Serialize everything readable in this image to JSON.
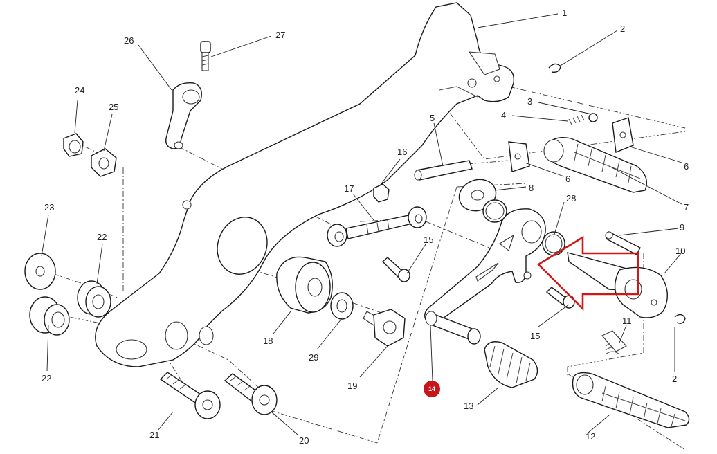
{
  "diagram": {
    "highlight_color": "#c8141b",
    "arrow_color": "#d01818",
    "highlighted_label": "14",
    "labels": [
      {
        "id": "1",
        "text": "1"
      },
      {
        "id": "2a",
        "text": "2"
      },
      {
        "id": "2b",
        "text": "2"
      },
      {
        "id": "3",
        "text": "3"
      },
      {
        "id": "4",
        "text": "4"
      },
      {
        "id": "5",
        "text": "5"
      },
      {
        "id": "6a",
        "text": "6"
      },
      {
        "id": "6b",
        "text": "6"
      },
      {
        "id": "7",
        "text": "7"
      },
      {
        "id": "8",
        "text": "8"
      },
      {
        "id": "9",
        "text": "9"
      },
      {
        "id": "10",
        "text": "10"
      },
      {
        "id": "11",
        "text": "11"
      },
      {
        "id": "12",
        "text": "12"
      },
      {
        "id": "13",
        "text": "13"
      },
      {
        "id": "15a",
        "text": "15"
      },
      {
        "id": "15b",
        "text": "15"
      },
      {
        "id": "16",
        "text": "16"
      },
      {
        "id": "17",
        "text": "17"
      },
      {
        "id": "18",
        "text": "18"
      },
      {
        "id": "19",
        "text": "19"
      },
      {
        "id": "20",
        "text": "20"
      },
      {
        "id": "21",
        "text": "21"
      },
      {
        "id": "22a",
        "text": "22"
      },
      {
        "id": "22b",
        "text": "22"
      },
      {
        "id": "23",
        "text": "23"
      },
      {
        "id": "24",
        "text": "24"
      },
      {
        "id": "25",
        "text": "25"
      },
      {
        "id": "26",
        "text": "26"
      },
      {
        "id": "27",
        "text": "27"
      },
      {
        "id": "28",
        "text": "28"
      },
      {
        "id": "29",
        "text": "29"
      }
    ]
  }
}
